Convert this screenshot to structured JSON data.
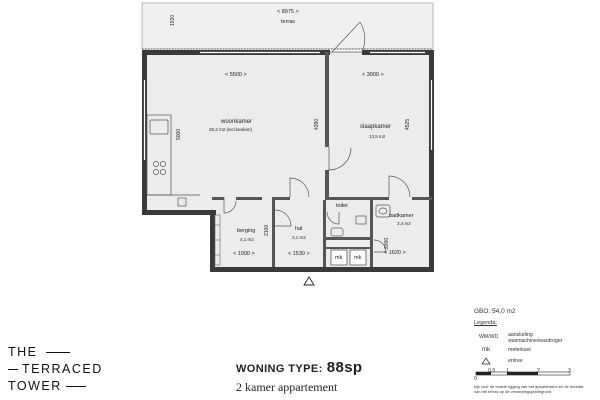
{
  "rooms": {
    "terras": {
      "name": "terras",
      "dim_w": "8975",
      "dim_h": "1530"
    },
    "woonkamer": {
      "name": "woonkamer",
      "area": "25,2 m2 (incl.keuken)",
      "dim_w": "5500",
      "dim_h": "5000",
      "dim_h2": "4390"
    },
    "slaapkamer": {
      "name": "slaapkamer",
      "area": "13,5 m2",
      "dim_w": "3000",
      "dim_h": "4525"
    },
    "toilet": {
      "name": "toilet"
    },
    "badkamer": {
      "name": "badkamer",
      "area": "3,4 m2",
      "dim_w": "1620",
      "dim_h": "2000"
    },
    "berging": {
      "name": "berging",
      "area": "4,1 m2",
      "dim_w": "1900",
      "dim_h": "2100"
    },
    "hal": {
      "name": "hal",
      "area": "3,1 m2",
      "dim_w": "1530"
    },
    "mk1": "mk",
    "mk2": "mk"
  },
  "brand": {
    "line1": "THE",
    "line2": "TERRACED",
    "line3": "TOWER"
  },
  "woning": {
    "label": "WONING TYPE:",
    "code": "88sp",
    "subtitle": "2 kamer appartement"
  },
  "info": {
    "gbo": "GBO: 54,0 m2",
    "legend_title": "Legenda:",
    "wm_key": "WM/WD",
    "wm_desc1": "aansluiting",
    "wm_desc2": "wasmachine/wasdroger",
    "mk_key": "mk",
    "mk_desc": "meterkast",
    "entree_desc": "entree",
    "scale": [
      "0",
      "0,5",
      "1",
      "2",
      "3"
    ],
    "note1": "kijk voor de exacte ligging van het appartement en de breedte",
    "note2": "van het terras op de verdiepingsplattegrond"
  }
}
